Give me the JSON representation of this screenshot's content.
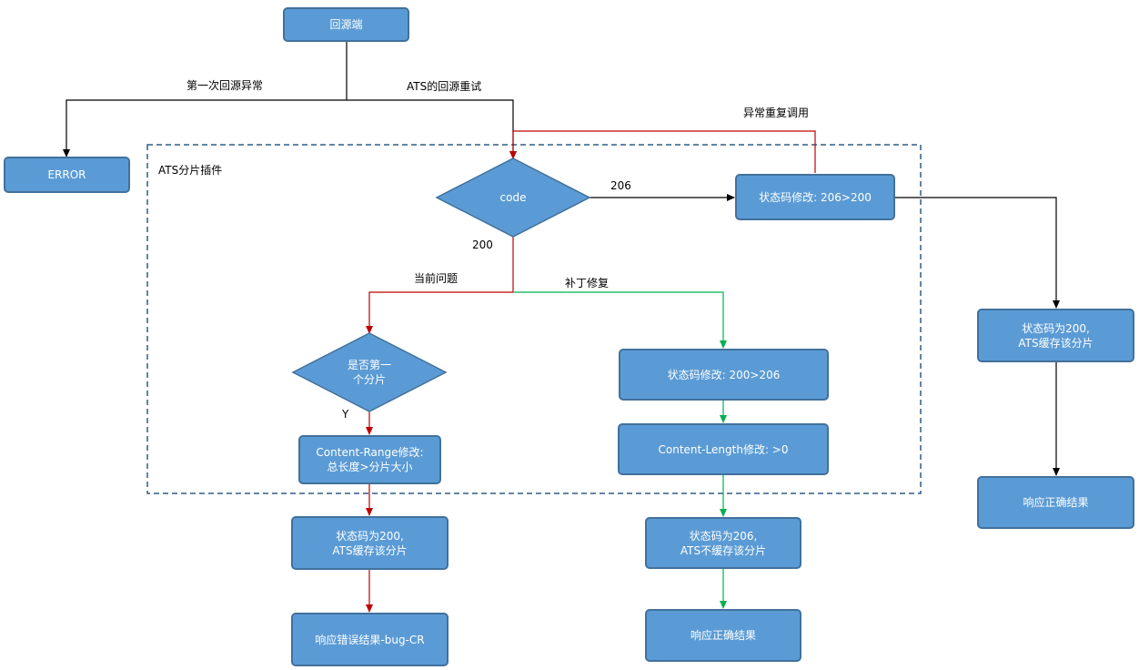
{
  "nodes": {
    "origin": "回源端",
    "error": "ERROR",
    "plugin_title": "ATS分片插件",
    "code": "code",
    "status_206_200": "状态码修改: 206>200",
    "status_200_cache_right": "状态码为200,\nATS缓存该分片",
    "response_correct_right": "响应正确结果",
    "is_first": "是否第一\n个分片",
    "content_range": "Content-Range修改:\n总长度>分片大小",
    "status_200_cache_left": "状态码为200,\nATS缓存该分片",
    "response_wrong": "响应错误结果-bug-CR",
    "status_200_206": "状态码修改: 200>206",
    "content_length": "Content-Length修改: >0",
    "status_206_nocache": "状态码为206,\nATS不缓存该分片",
    "response_correct_mid": "响应正确结果"
  },
  "labels": {
    "first_origin_error": "第一次回源异常",
    "ats_retry": "ATS的回源重试",
    "repeat_call": "异常重复调用",
    "code_206": "206",
    "code_200": "200",
    "current_issue": "当前问题",
    "patch_fix": "补丁修复",
    "yes": "Y"
  },
  "colors": {
    "node_fill": "#5b9bd5",
    "node_border": "#41719c",
    "line_black": "#000000",
    "line_red": "#c00000",
    "line_green": "#00b050",
    "plugin_border": "#2e5d87"
  }
}
